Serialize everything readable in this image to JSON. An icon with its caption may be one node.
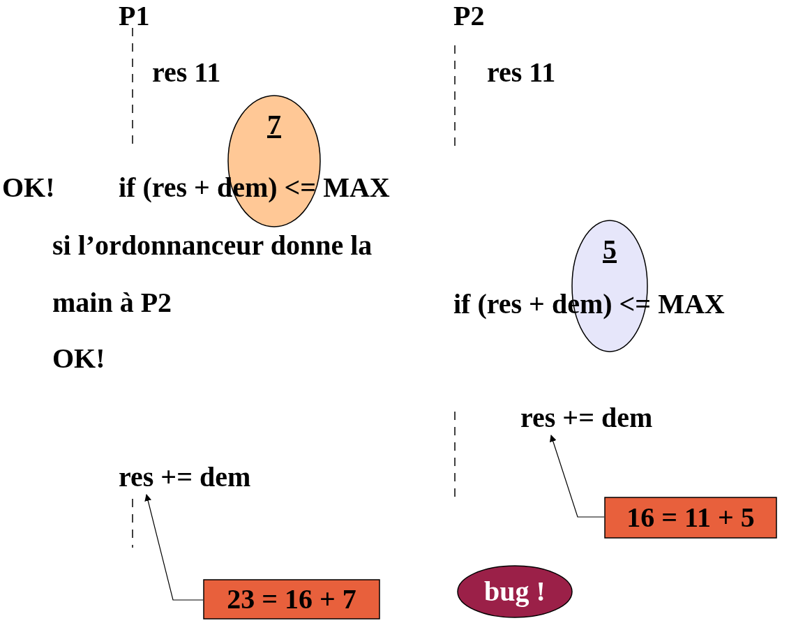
{
  "diagram": {
    "nodes": [
      {
        "text": [
          "7"
        ]
      },
      {
        "text": [
          "5"
        ]
      },
      {
        "text": [
          "res += dem"
        ]
      },
      {
        "text": [
          "res += dem"
        ]
      },
      {
        "text": [
          "16 = 11 + 5"
        ]
      },
      {
        "text": [
          "23 = 16 + 7"
        ]
      },
      {
        "text": [
          "bug !"
        ]
      }
    ],
    "edges": [
      {
        "from": 5,
        "to": 3,
        "arrow": "to"
      },
      {
        "from": 4,
        "to": 2,
        "arrow": "to"
      }
    ],
    "labels": [
      "P1",
      "P2",
      "res 11",
      "res 11",
      "OK!",
      "if (res + dem) <= MAX",
      "si l’ordonnanceur donne la main à P2",
      "if (res + dem) <= MAX",
      "OK!"
    ]
  }
}
